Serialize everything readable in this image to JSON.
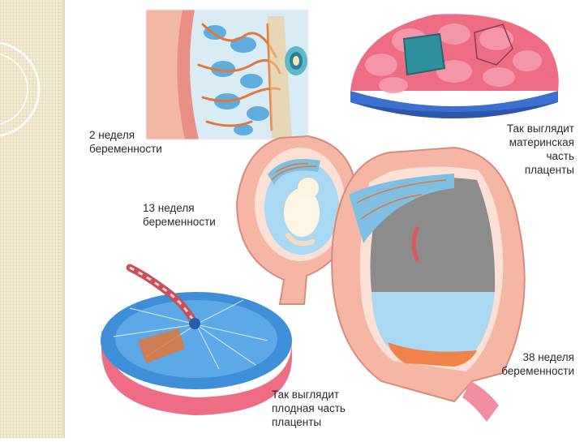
{
  "captions": {
    "week2": "2 неделя\nбеременности",
    "maternal": "Так выглядит\nматеринская\nчасть\nплаценты",
    "week13": "13 неделя\nбеременности",
    "week38": "38 неделя\nбеременности",
    "fetal": "Так выглядит\nплодная часть\nплаценты"
  },
  "colors": {
    "background": "#ffffff",
    "sidebar": "#f2ead2",
    "tissue_pink": "#f3b2a2",
    "placenta_red": "#e8526a",
    "placenta_blue": "#3f8fd8",
    "fluid_blue": "#a9d8f2",
    "vessel_orange": "#e2773a"
  }
}
